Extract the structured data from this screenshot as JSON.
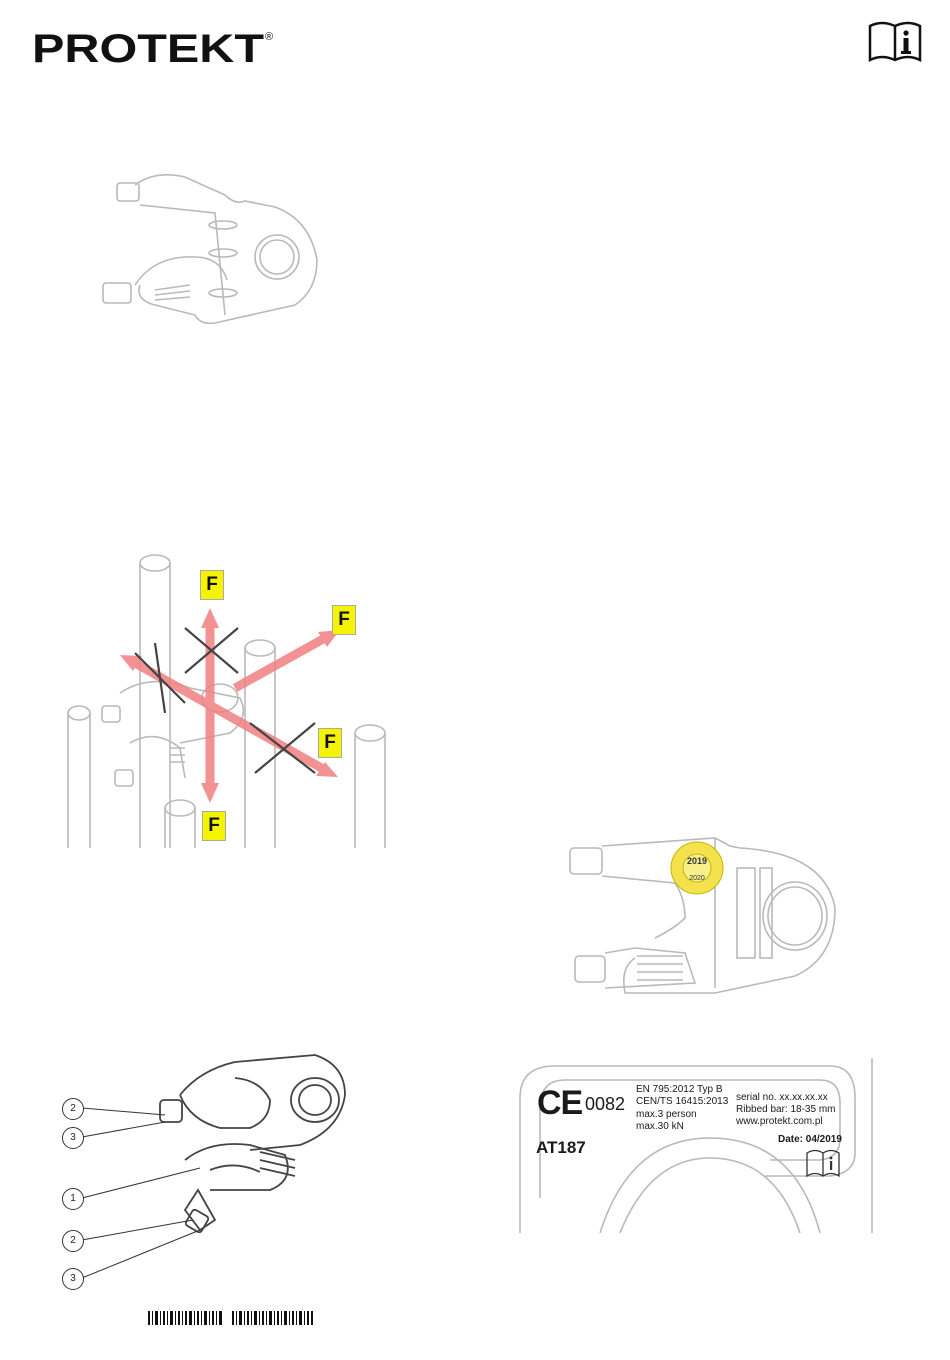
{
  "header": {
    "brand": "PROTEKT",
    "registered_mark": "®",
    "manual_icon": "info-manual-icon"
  },
  "force_diagram": {
    "force_labels": [
      "F",
      "F",
      "F",
      "F"
    ]
  },
  "parts_diagram": {
    "callouts": [
      "2",
      "3",
      "1",
      "2",
      "3"
    ]
  },
  "product_sticker": {
    "year": "2019",
    "next_year": "2020"
  },
  "marking_label": {
    "ce_mark": "CE",
    "notified_body": "0082",
    "standard_1": "EN 795:2012 Typ B",
    "standard_2": "CEN/TS 16415:2013",
    "max_persons": "max.3 person",
    "max_load": "max.30 kN",
    "serial": "serial no. xx.xx.xx.xx",
    "ribbed_bar": "Ribbed bar: 18-35 mm",
    "website": "www.protekt.com.pl",
    "model": "AT187",
    "date": "Date: 04/2019"
  }
}
